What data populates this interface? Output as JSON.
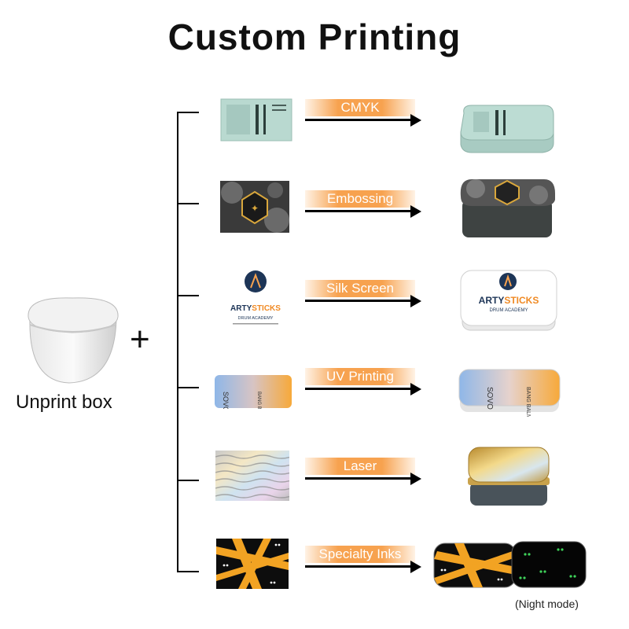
{
  "title": "Custom Printing",
  "unprinted": {
    "label": "Unprint box"
  },
  "plus_sign": "+",
  "techniques": [
    {
      "label": "CMYK"
    },
    {
      "label": "Embossing"
    },
    {
      "label": "Silk Screen",
      "brand": "ARTYSTICKS",
      "brand_sub": "DRUM ACADEMY"
    },
    {
      "label": "UV Printing",
      "brand": "SOVO",
      "product": "BANG BALM"
    },
    {
      "label": "Laser"
    },
    {
      "label": "Specialty Inks"
    }
  ],
  "night_note": "(Night mode)",
  "colors": {
    "accent": "#f7a24f",
    "mint": "#b9d9d0",
    "gold": "#d9a73c",
    "navy": "#1d3557"
  }
}
